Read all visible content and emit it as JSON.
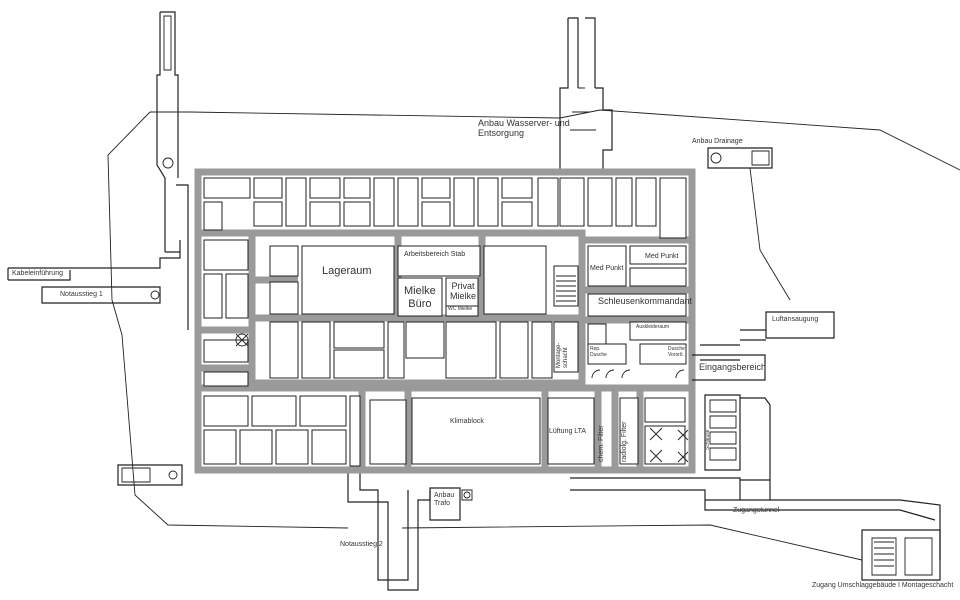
{
  "labels": {
    "anbau_wasser": "Anbau Wasserver- und\nEntsorgung",
    "anbau_drainage": "Anbau Drainage",
    "kabeleinfuehrung": "Kabeleinführung",
    "notausstieg1": "Notausstieg 1",
    "notausstieg2": "Notausstieg 2",
    "lageraum": "Lageraum",
    "arbeitsbereich_stab": "Arbeitsbereich Stab",
    "mielke_buero": "Mielke\nBüro",
    "privat_mielke": "Privat\nMielke",
    "wc_mielke": "WC Mielke",
    "med_punkt_1": "Med Punkt",
    "med_punkt_2": "Med Punkt",
    "schleusenkommandant": "Schleusenkommandant",
    "montageschacht": "Montage-\nschacht",
    "auskleideraum": "Auskleideraum",
    "dusche_1": "Rep.\nDusche",
    "dusche_2": "Dusche\nVorortl.",
    "eingangsbereich": "Eingangsbereich",
    "luftansaugung": "Luftansaugung",
    "klimablock": "Klimablock",
    "lueftung_lta": "Lüftung LTA",
    "chem_filter": "chem. Filter",
    "radiolog_filter": "radiolg. Filter",
    "anbau_trafo": "Anbau\nTrafo",
    "zugangstunnel": "Zugangstunnel",
    "zugang_umschlag": "Zugang Umschlaggebäude  I  Montageschacht",
    "schleuse": "Schleuse"
  }
}
